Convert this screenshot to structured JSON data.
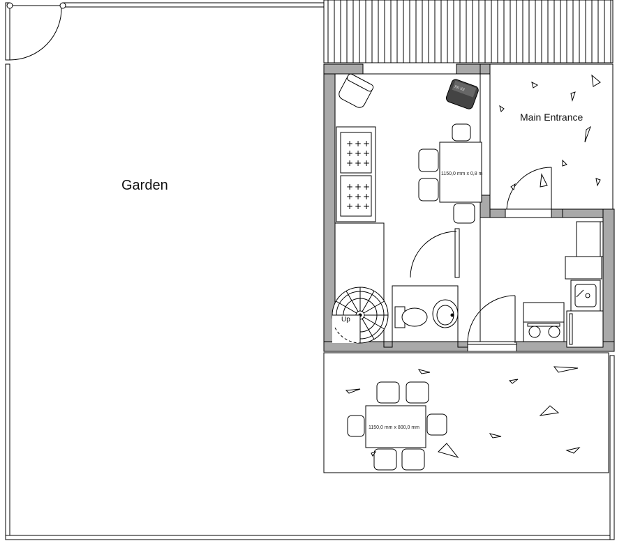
{
  "labels": {
    "garden": "Garden",
    "main_entrance": "Main Entrance",
    "stairs_up": "Up",
    "table_small_dims": "1150,0 mm x 0,8 m",
    "table_large_dims": "1150,0 mm x 800,0 mm"
  },
  "colors": {
    "wall_fill": "#a9a9a9",
    "line": "#000000",
    "background": "#ffffff"
  }
}
